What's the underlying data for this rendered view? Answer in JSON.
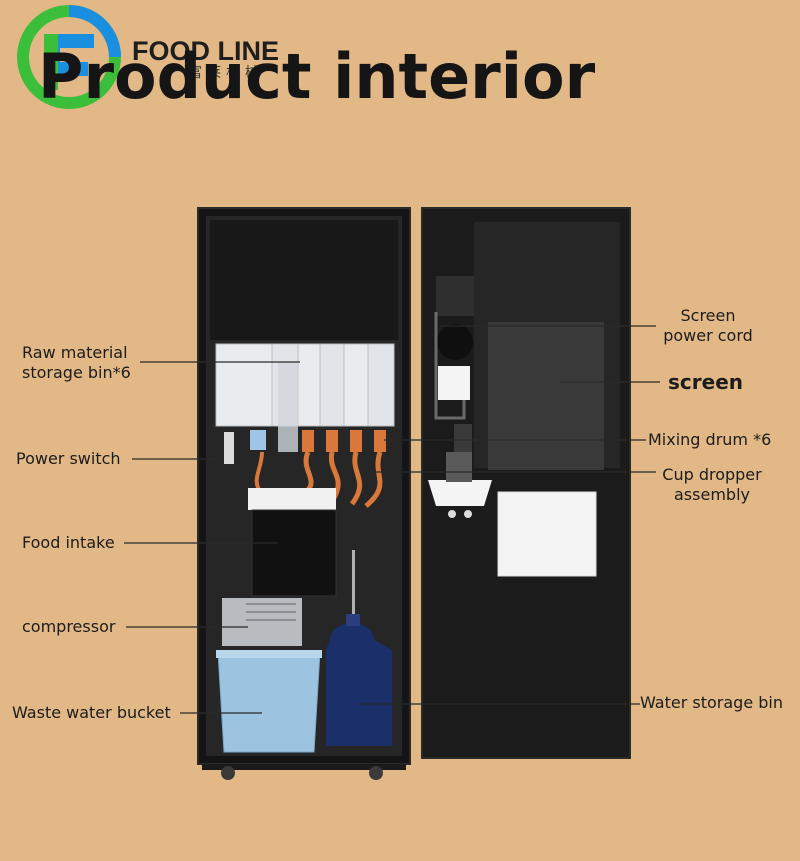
{
  "header": {
    "title": "Product interior",
    "brand": "FOOD LINE",
    "brand_sub": "富莱机械"
  },
  "labels": {
    "raw_material_line1": "Raw material",
    "raw_material_line2": "storage bin*6",
    "power_switch": "Power switch",
    "food_intake": "Food intake",
    "compressor": "compressor",
    "waste_water_bucket": "Waste water bucket",
    "screen_power_cord_line1": "Screen",
    "screen_power_cord_line2": "power cord",
    "screen": "screen",
    "mixing_drum": "Mixing drum *6",
    "cup_dropper_line1": "Cup dropper",
    "cup_dropper_line2": "assembly",
    "water_storage_bin": "Water storage bin"
  },
  "colors": {
    "background": "#e2b887",
    "cabinet": "#1b1b1b",
    "accent_orange": "#d9783a",
    "logo_green": "#3bbf3b",
    "logo_blue": "#1a8fe0"
  }
}
